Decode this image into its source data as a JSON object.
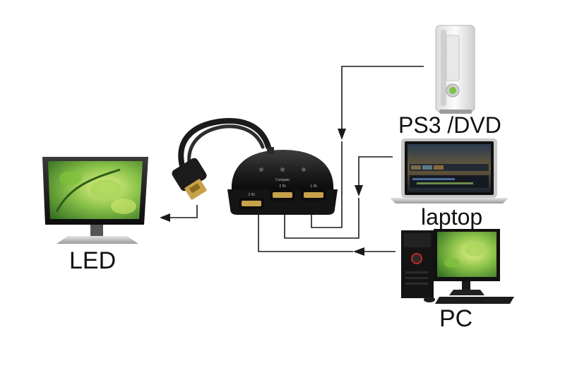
{
  "labels": {
    "led": "LED",
    "ps3_dvd": "PS3 /DVD",
    "laptop": "laptop",
    "pc": "PC"
  },
  "switcher": {
    "port_labels": [
      "3 IN",
      "2 IN",
      "1 IN"
    ],
    "brand": "Coolgate"
  },
  "colors": {
    "wire": "#1a1a1a",
    "screen_green": "#5aa832",
    "device_black": "#161616",
    "console_white": "#f2f2f2",
    "hdmi_gold": "#c8a24a"
  }
}
